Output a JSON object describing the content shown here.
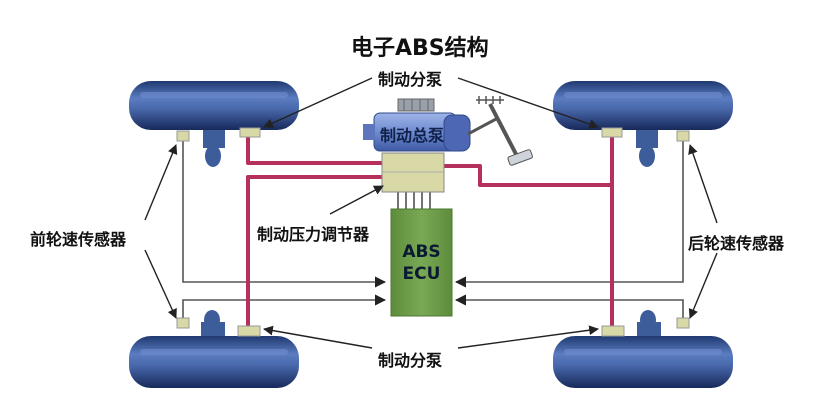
{
  "title": "电子ABS结构",
  "labels": {
    "brake_cylinder_top": "制动分泵",
    "brake_cylinder_bottom": "制动分泵",
    "master_cylinder": "制动总泵",
    "front_sensor": "前轮速传感器",
    "rear_sensor": "后轮速传感器",
    "pressure_regulator": "制动压力调节器",
    "ecu_line1": "ABS",
    "ecu_line2": "ECU"
  },
  "colors": {
    "brake_line": "#b5305a",
    "signal_line": "#555555",
    "tire": "#3d5f9a",
    "ecu_green": "#6a9b45",
    "sensor_beige": "#d9d9a8",
    "master_blue": "#6f8bd0"
  }
}
